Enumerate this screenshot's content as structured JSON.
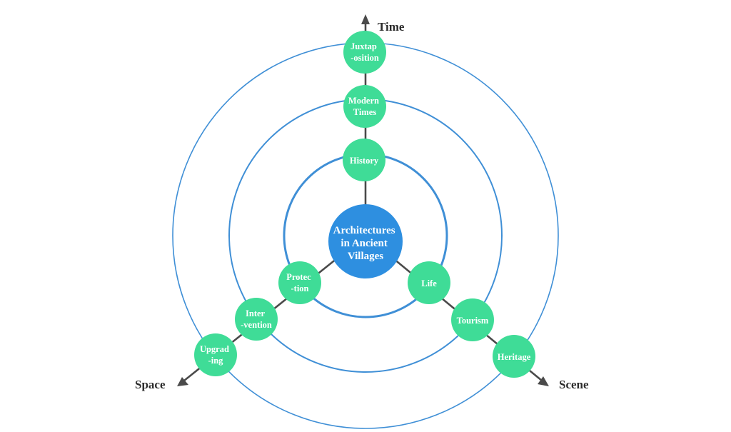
{
  "center": {
    "lines": [
      "Architectures",
      "in Ancient",
      "Villages"
    ]
  },
  "axes": {
    "time": {
      "label": "Time"
    },
    "space": {
      "label": "Space"
    },
    "scene": {
      "label": "Scene"
    }
  },
  "nodes": {
    "juxtaposition": {
      "lines": [
        "Juxtap",
        "-osition"
      ]
    },
    "modern_times": {
      "lines": [
        "Modern",
        "Times"
      ]
    },
    "history": {
      "lines": [
        "History"
      ]
    },
    "protection": {
      "lines": [
        "Protec",
        "-tion"
      ]
    },
    "intervention": {
      "lines": [
        "Inter",
        "-vention"
      ]
    },
    "upgrading": {
      "lines": [
        "Upgrad",
        "-ing"
      ]
    },
    "life": {
      "lines": [
        "Life"
      ]
    },
    "tourism": {
      "lines": [
        "Tourism"
      ]
    },
    "heritage": {
      "lines": [
        "Heritage"
      ]
    }
  },
  "colors": {
    "node": "#3fdc97",
    "center": "#2e8fe0",
    "ring": "#3f8fd6",
    "axis": "#4a4a4a"
  }
}
